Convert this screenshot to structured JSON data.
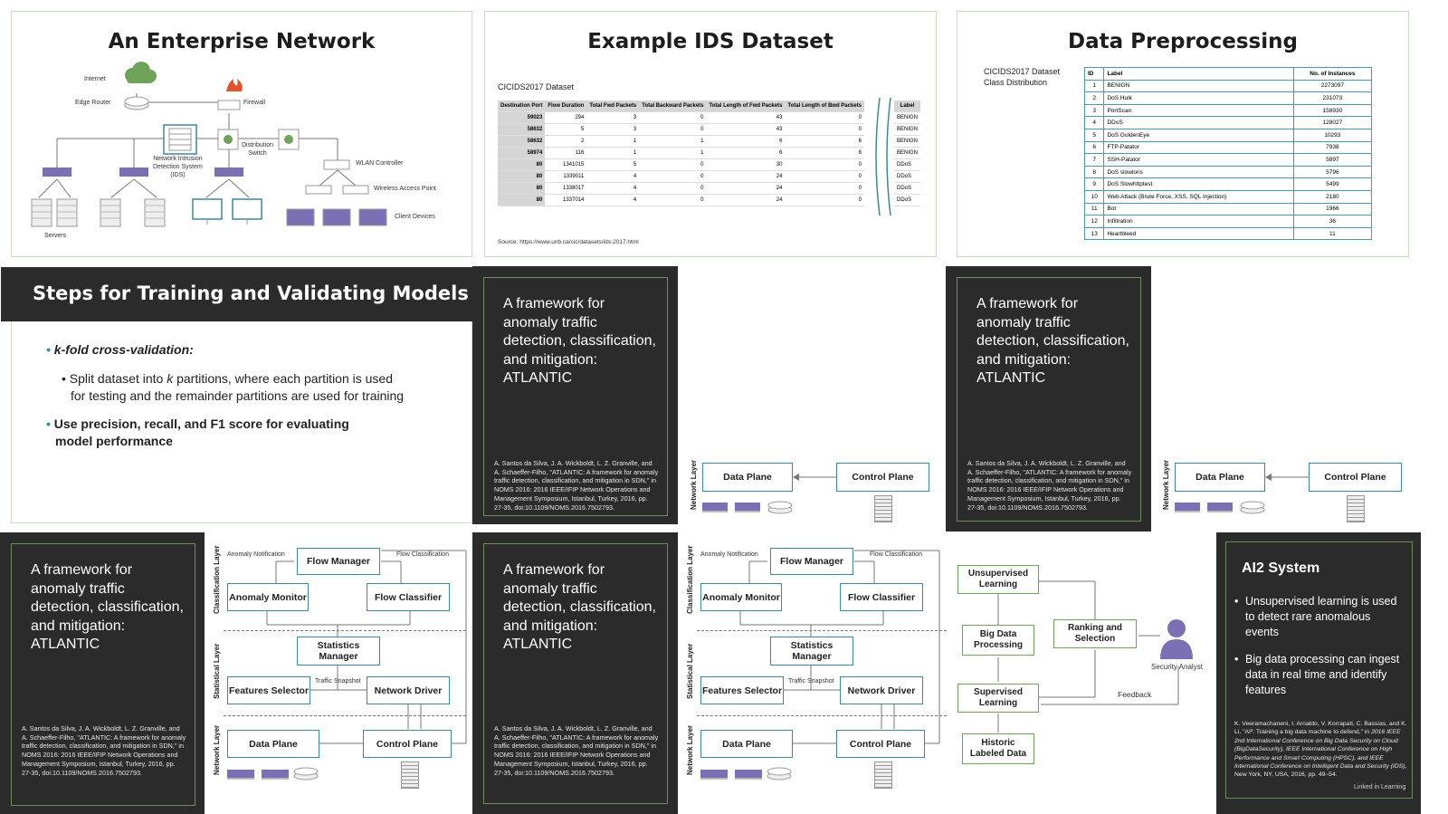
{
  "slide1": {
    "title": "An Enterprise Network",
    "labels": {
      "internet": "Internet",
      "edge_router": "Edge Router",
      "firewall": "Firewall",
      "ids": "Network Intrusion\nDetection System\n(IDS)",
      "switch": "Distribution\nSwitch",
      "wlan": "WLAN Controller",
      "wap": "Wireless Access Point",
      "clients": "Client Devices",
      "servers": "Servers"
    },
    "icons": [
      "cloud-icon",
      "router-icon",
      "firewall-icon",
      "ids-icon",
      "switch-icon",
      "server-icon",
      "monitor-icon"
    ]
  },
  "slide2": {
    "title": "Example IDS Dataset",
    "subtitle": "CICIDS2017 Dataset",
    "columns": [
      "Destination Port",
      "Flow Duration",
      "Total Fwd Packets",
      "Total Backward Packets",
      "Total Length of Fwd Packets",
      "Total Length of Bwd Packets"
    ],
    "rows": [
      [
        "59023",
        "294",
        "3",
        "0",
        "43",
        "0"
      ],
      [
        "58632",
        "5",
        "3",
        "0",
        "43",
        "0"
      ],
      [
        "58632",
        "2",
        "1",
        "1",
        "6",
        "6"
      ],
      [
        "58974",
        "116",
        "1",
        "1",
        "6",
        "6"
      ],
      [
        "80",
        "1341015",
        "5",
        "0",
        "30",
        "0"
      ],
      [
        "80",
        "1339011",
        "4",
        "0",
        "24",
        "0"
      ],
      [
        "80",
        "1338017",
        "4",
        "0",
        "24",
        "0"
      ],
      [
        "80",
        "1337014",
        "4",
        "0",
        "24",
        "0"
      ]
    ],
    "label_header": "Label",
    "labels": [
      "BENIGN",
      "BENIGN",
      "BENIGN",
      "BENIGN",
      "DDoS",
      "DDoS",
      "DDoS",
      "DDoS"
    ],
    "source": "Source: https://www.unb.ca/cic/datasets/ids-2017.html"
  },
  "slide3": {
    "title": "Data Preprocessing",
    "caption": "CICIDS2017 Dataset\nClass Distribution",
    "columns": [
      "ID",
      "Label",
      "No. of Instances"
    ],
    "rows": [
      [
        "1",
        "BENIGN",
        "2273097"
      ],
      [
        "2",
        "DoS Hulk",
        "231073"
      ],
      [
        "3",
        "PortScan",
        "158930"
      ],
      [
        "4",
        "DDoS",
        "128027"
      ],
      [
        "5",
        "DoS GoldenEye",
        "10293"
      ],
      [
        "6",
        "FTP-Patator",
        "7938"
      ],
      [
        "7",
        "SSH-Patator",
        "5897"
      ],
      [
        "8",
        "DoS slowloris",
        "5796"
      ],
      [
        "9",
        "DoS Slowhttptest",
        "5499"
      ],
      [
        "10",
        "Web Attack (Brute Force, XSS, SQL Injection)",
        "2180"
      ],
      [
        "11",
        "Bot",
        "1966"
      ],
      [
        "12",
        "Infiltration",
        "36"
      ],
      [
        "13",
        "Heartbleed",
        "11"
      ]
    ]
  },
  "slide4": {
    "title": "Steps for Training and Validating Models",
    "bullet1": "k-fold cross-validation:",
    "bullet1_sub_a": "Split dataset into ",
    "bullet1_sub_k": "k",
    "bullet1_sub_b": " partitions, where each partition is used",
    "bullet1_sub_c": "for testing and the remainder partitions are used for training",
    "bullet2a": "Use precision, recall, and F1 score for evaluating",
    "bullet2b": "model performance"
  },
  "framework": {
    "text": "A framework for anomaly traffic detection, classification, and mitigation: ATLANTIC",
    "citation": "A. Santos da Silva, J. A. Wickboldt, L. Z. Granville, and A. Schaeffer-Filho, \"ATLANTIC: A framework for anomaly traffic detection, classification, and mitigation in SDN,\" in NOMS 2016: 2016 IEEE/IFIP Network Operations and Management Symposium, Istanbul, Turkey, 2016, pp. 27-35, doi:10.1109/NOMS.2016.7502793."
  },
  "planes": {
    "data_plane": "Data Plane",
    "control_plane": "Control Plane",
    "network_layer": "Network Layer"
  },
  "atlantic": {
    "flow_manager": "Flow Manager",
    "anomaly_monitor": "Anomaly Monitor",
    "flow_classifier": "Flow Classifier",
    "statistics_manager": "Statistics\nManager",
    "features_selector": "Features Selector",
    "network_driver": "Network Driver",
    "data_plane": "Data Plane",
    "control_plane": "Control Plane",
    "anomaly_notification": "Anomaly Notification",
    "flow_classification": "Flow Classification",
    "traffic_snapshot": "Traffic Snapshot",
    "classification_layer": "Classification Layer",
    "statistical_layer": "Statistical Layer",
    "network_layer": "Network Layer"
  },
  "ai2": {
    "unsupervised": "Unsupervised\nLearning",
    "big_data": "Big Data\nProcessing",
    "supervised": "Supervised\nLearning",
    "historic": "Historic\nLabeled Data",
    "ranking": "Ranking and\nSelection",
    "analyst": "Security Analyst",
    "feedback": "Feedback",
    "title": "AI2 System",
    "bullet1": "Unsupervised learning is used to detect rare anomalous events",
    "bullet2": "Big data processing can ingest data in real time and identify features",
    "citation_a": "K. Veeramachaneni, I. Arnaldo, V. Korrapati, C. Bassias, and K. Li, \"AI²: Training a big data machine to defend,\" in ",
    "citation_b": "2016 IEEE 2nd International Conference on Big Data Security on Cloud (BigDataSecurity), IEEE International Conference on High Performance and Smart Computing (HPSC), and IEEE International Conference on Intelligent Data and Security (IDS)",
    "citation_c": ", New York, NY, USA, 2016, pp. 49–54."
  },
  "watermark": "Linked in Learning",
  "colors": {
    "teal": "#3b8a9a",
    "green": "#6fa35a",
    "purple": "#7c6fb3",
    "dark": "#2b2b2b"
  }
}
